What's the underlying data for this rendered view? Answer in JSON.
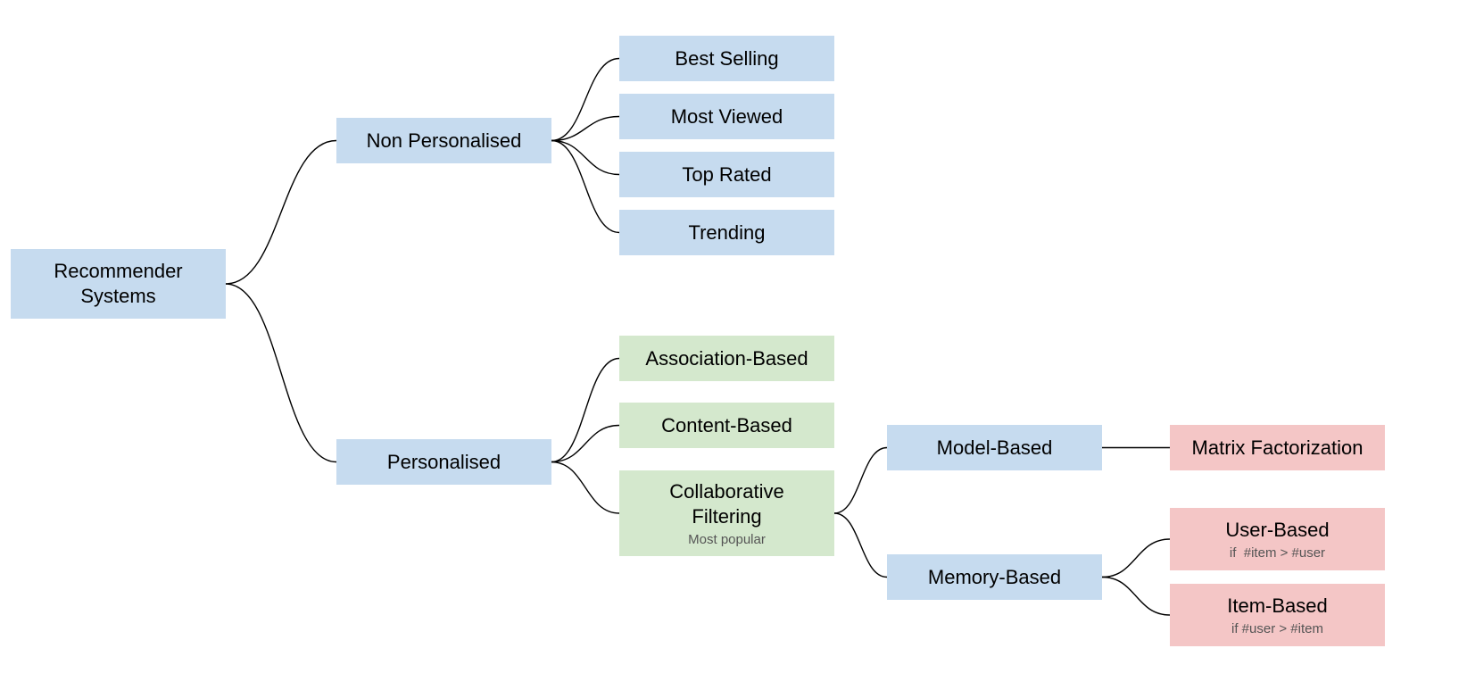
{
  "colors": {
    "blue": "#c6dbef",
    "green": "#d4e8cd",
    "red": "#f4c6c6",
    "line": "#000000"
  },
  "nodes": {
    "root": {
      "label": "Recommender\nSystems"
    },
    "non_personalised": {
      "label": "Non Personalised"
    },
    "best_selling": {
      "label": "Best Selling"
    },
    "most_viewed": {
      "label": "Most Viewed"
    },
    "top_rated": {
      "label": "Top Rated"
    },
    "trending": {
      "label": "Trending"
    },
    "personalised": {
      "label": "Personalised"
    },
    "association_based": {
      "label": "Association-Based"
    },
    "content_based": {
      "label": "Content-Based"
    },
    "collaborative_filtering": {
      "label": "Collaborative\nFiltering",
      "note": "Most popular"
    },
    "model_based": {
      "label": "Model-Based"
    },
    "matrix_factorization": {
      "label": "Matrix Factorization"
    },
    "memory_based": {
      "label": "Memory-Based"
    },
    "user_based": {
      "label": "User-Based",
      "note": "if  #item > #user"
    },
    "item_based": {
      "label": "Item-Based",
      "note": "if #user > #item"
    }
  }
}
